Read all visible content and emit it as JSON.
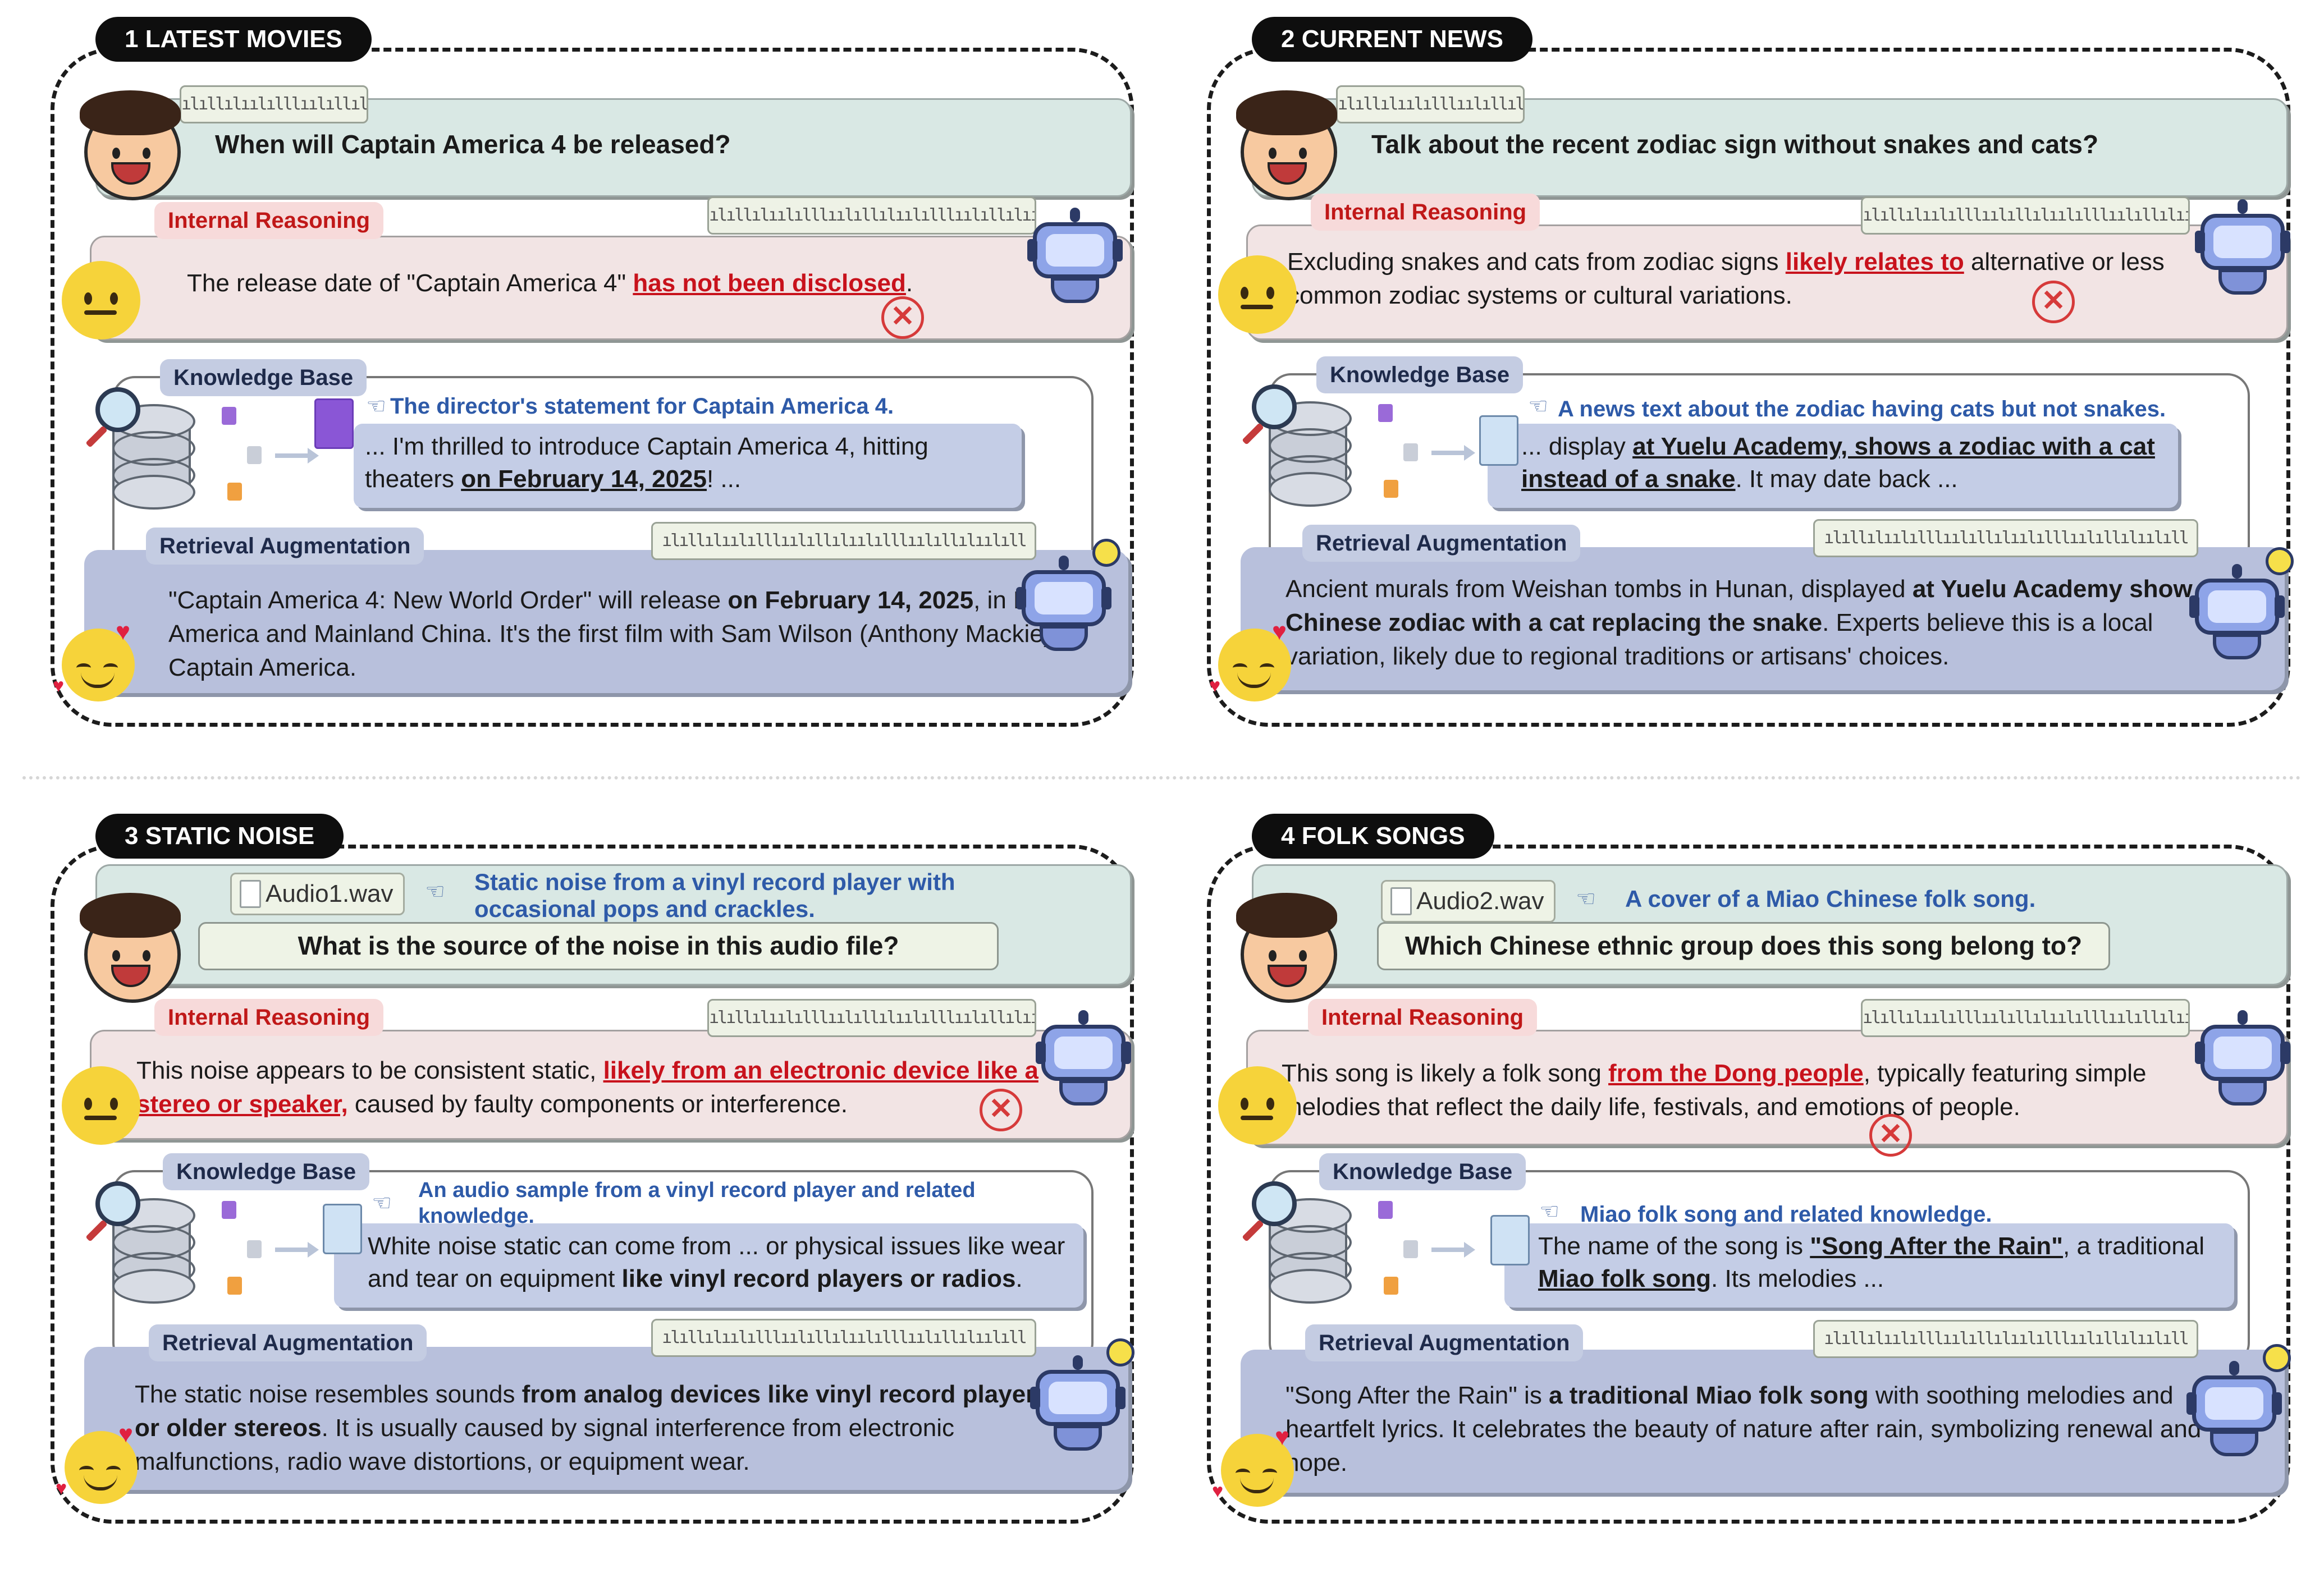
{
  "panels": [
    {
      "title": "1 LATEST MOVIES",
      "question": "When will Captain America 4 be released?",
      "audio_file": "",
      "audio_note": "",
      "internal_reasoning_label": "Internal Reasoning",
      "internal_reasoning": {
        "pre": "The release date of \"Captain America 4\" ",
        "highlight": "has not been disclosed",
        "post": "."
      },
      "knowledge_base_label": "Knowledge Base",
      "kb_note": "The director's statement for Captain America 4.",
      "kb_text": {
        "pre": "... I'm thrilled to introduce Captain America 4, hitting theaters ",
        "bold": "on February 14, 2025",
        "post": "! ..."
      },
      "retrieval_label": "Retrieval Augmentation",
      "retrieval_text": {
        "p1": "\"Captain America 4: New World Order\" will release ",
        "b1": "on February 14, 2025",
        "p2": ", in North America and Mainland China. It's the first film with Sam Wilson (Anthony Mackie) as Captain America.",
        "b2": "",
        "p3": ""
      }
    },
    {
      "title": "2 CURRENT NEWS",
      "question": "Talk about the recent zodiac sign without snakes and cats?",
      "audio_file": "",
      "audio_note": "",
      "internal_reasoning_label": "Internal Reasoning",
      "internal_reasoning": {
        "pre": "Excluding snakes and cats from zodiac signs ",
        "highlight": "likely relates to",
        "post": " alternative or less common zodiac systems or cultural variations."
      },
      "knowledge_base_label": "Knowledge Base",
      "kb_note": "A news text about the zodiac having cats but not snakes.",
      "kb_text": {
        "pre": "... display ",
        "bold": "at Yuelu Academy, shows a zodiac with a cat instead of a snake",
        "post": ". It may date back ..."
      },
      "retrieval_label": "Retrieval Augmentation",
      "retrieval_text": {
        "p1": "Ancient murals from Weishan tombs in Hunan, displayed ",
        "b1": "at Yuelu Academy show a Chinese zodiac with a cat replacing the snake",
        "p2": ". Experts believe this is a local variation, likely due to regional traditions or artisans' choices.",
        "b2": "",
        "p3": ""
      }
    },
    {
      "title": "3 STATIC NOISE",
      "question": "What is the source of the noise in this audio file?",
      "audio_file": "Audio1.wav",
      "audio_note": "Static noise from a vinyl record player with occasional pops and crackles.",
      "internal_reasoning_label": "Internal Reasoning",
      "internal_reasoning": {
        "pre": "This noise appears to be consistent static, ",
        "highlight": "likely from an electronic device like a stereo or speaker,",
        "post": " caused by faulty components or interference."
      },
      "knowledge_base_label": "Knowledge Base",
      "kb_note": "An audio sample from a vinyl record player and related knowledge.",
      "kb_text": {
        "pre": "White noise static can come from ... or physical issues like wear and tear on equipment ",
        "bold": "like vinyl record players or radios",
        "post": "."
      },
      "retrieval_label": "Retrieval Augmentation",
      "retrieval_text": {
        "p1": "The static noise resembles sounds ",
        "b1": "from analog devices like vinyl record players or older stereos",
        "p2": ". It is usually caused by signal interference from electronic malfunctions, radio wave distortions, or equipment wear.",
        "b2": "",
        "p3": ""
      }
    },
    {
      "title": "4 FOLK SONGS",
      "question": "Which Chinese ethnic group does this song belong to?",
      "audio_file": "Audio2.wav",
      "audio_note": "A cover of a Miao Chinese folk song.",
      "internal_reasoning_label": "Internal Reasoning",
      "internal_reasoning": {
        "pre": "This song is likely a folk song ",
        "highlight": "from the Dong people",
        "post": ", typically featuring simple melodies that reflect the daily life, festivals, and emotions of people."
      },
      "knowledge_base_label": "Knowledge Base",
      "kb_note": "Miao folk song and related knowledge.",
      "kb_text": {
        "pre": "The name of the song is ",
        "bold": "\"Song After the Rain\"",
        "post": ", a traditional ",
        "bold2": "Miao folk song",
        "post2": ". Its melodies ..."
      },
      "retrieval_label": "Retrieval Augmentation",
      "retrieval_text": {
        "p1": "\"Song After the Rain\" is ",
        "b1": "a traditional Miao folk song",
        "p2": " with soothing melodies and heartfelt lyrics. It celebrates the beauty of nature after rain, symbolizing renewal and hope.",
        "b2": "",
        "p3": ""
      }
    }
  ],
  "waveform_glyph": "ılıllılıılılllıılıllılıılılllıılıllılıılıll",
  "icons": {
    "user": "boy-avatar-icon",
    "reasoning": "neutral-face-icon",
    "augmented": "smiling-heart-face-icon",
    "assistant": "robot-icon",
    "wrong": "x-mark-icon",
    "database": "database-icon",
    "search": "magnifier-icon",
    "pointer": "pointing-hand-icon",
    "document": "document-icon",
    "audio_file": "audio-file-icon"
  },
  "colors": {
    "question_band": "#d9e8e4",
    "reasoning_band": "#f2e4e4",
    "retrieval_band": "#b8c0dc",
    "error_text": "#c8121c",
    "note_text": "#2e5aa8"
  }
}
